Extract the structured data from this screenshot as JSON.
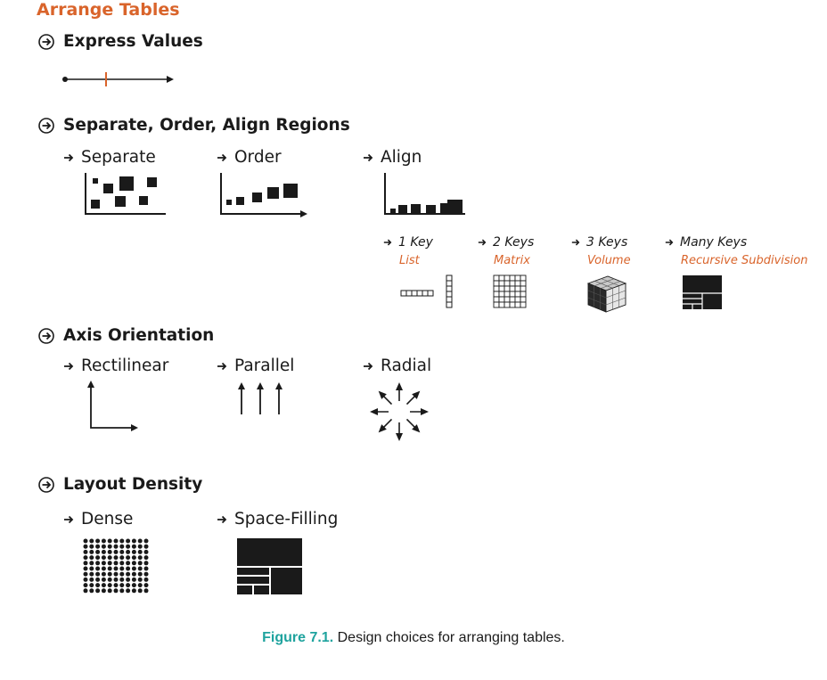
{
  "title": "Arrange Tables",
  "sections": {
    "express": {
      "label": "Express Values"
    },
    "separate_order_align": {
      "label": "Separate, Order, Align Regions",
      "items": {
        "separate": "Separate",
        "order": "Order",
        "align": "Align"
      },
      "keys": {
        "one": {
          "label": "1 Key",
          "sub": "List"
        },
        "two": {
          "label": "2 Keys",
          "sub": "Matrix"
        },
        "three": {
          "label": "3 Keys",
          "sub": "Volume"
        },
        "many": {
          "label": "Many Keys",
          "sub": "Recursive Subdivision"
        }
      }
    },
    "axis": {
      "label": "Axis Orientation",
      "items": {
        "rectilinear": "Rectilinear",
        "parallel": "Parallel",
        "radial": "Radial"
      }
    },
    "density": {
      "label": "Layout Density",
      "items": {
        "dense": "Dense",
        "space_filling": "Space-Filling"
      }
    }
  },
  "caption": {
    "label": "Figure 7.1.",
    "text": "Design choices for arranging tables."
  },
  "colors": {
    "accent": "#d9642b",
    "caption_label": "#1fa39e",
    "ink": "#1a1a1a"
  }
}
